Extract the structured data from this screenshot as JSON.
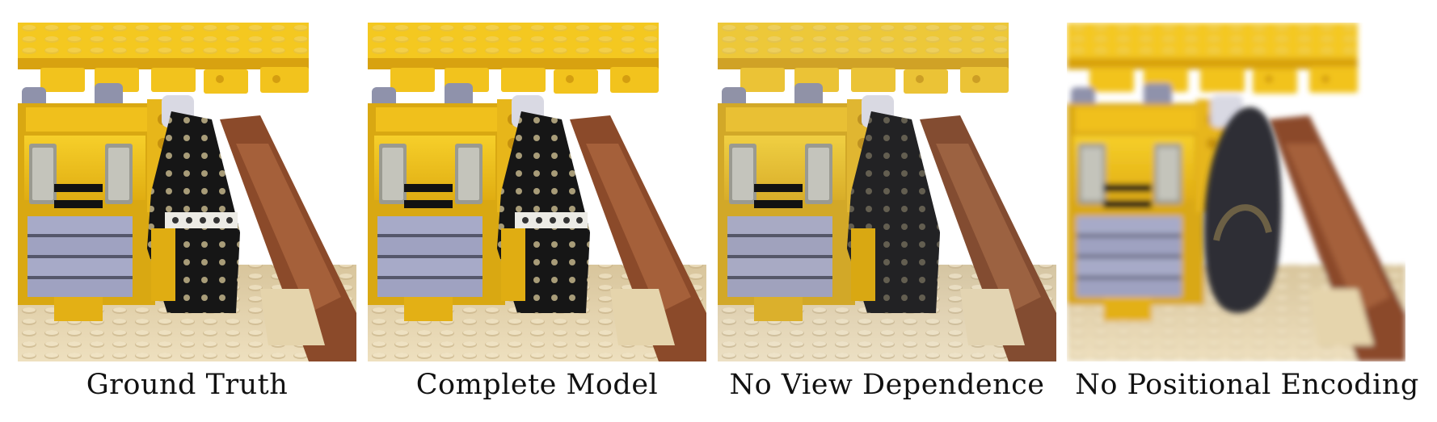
{
  "figure": {
    "panels": [
      {
        "id": "ground-truth",
        "caption": "Ground Truth"
      },
      {
        "id": "complete-model",
        "caption": "Complete Model"
      },
      {
        "id": "no-view-dependence",
        "caption": "No View Dependence"
      },
      {
        "id": "no-positional-encoding",
        "caption": "No Positional Encoding"
      }
    ],
    "colors": {
      "lego_yellow": "#f1c21b",
      "lego_yellow_dark": "#c9960f",
      "lego_gray": "#a6a9c6",
      "tread_black": "#151515",
      "base_tan": "#e2d0a8",
      "brick_brown": "#8b4a2a"
    }
  }
}
